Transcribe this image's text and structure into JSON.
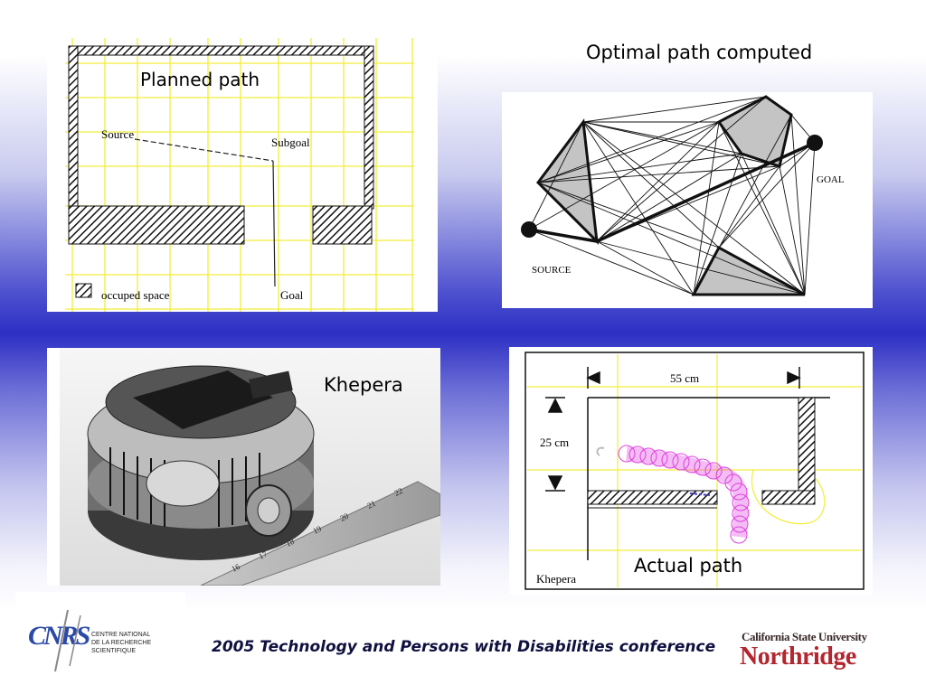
{
  "slide": {
    "footer_text": "2005 Technology and Persons with Disabilities conference"
  },
  "planned_panel": {
    "title": "Planned path",
    "source_label": "Source",
    "subgoal_label": "Subgoal",
    "goal_label": "Goal",
    "legend_label": "occuped space"
  },
  "optimal_panel": {
    "title": "Optimal path computed",
    "goal_label": "GOAL",
    "source_label": "SOURCE"
  },
  "khepera_panel": {
    "title": "Khepera",
    "ruler_numbers": [
      "16",
      "17",
      "18",
      "19",
      "20",
      "21",
      "22"
    ]
  },
  "actual_panel": {
    "title": "Actual path",
    "width_label": "55 cm",
    "height_label": "25 cm",
    "robot_label": "Khepera"
  },
  "cnrs_logo": {
    "mark": "CNRS",
    "line1": "CENTRE NATIONAL",
    "line2": "DE LA RECHERCHE",
    "line3": "SCIENTIFIQUE"
  },
  "csun_logo": {
    "line1": "California State University",
    "line2": "Northridge"
  },
  "colors": {
    "grid_yellow": "#f2ee3a",
    "path_magenta": "#e040e0",
    "csun_red": "#b2262f"
  }
}
